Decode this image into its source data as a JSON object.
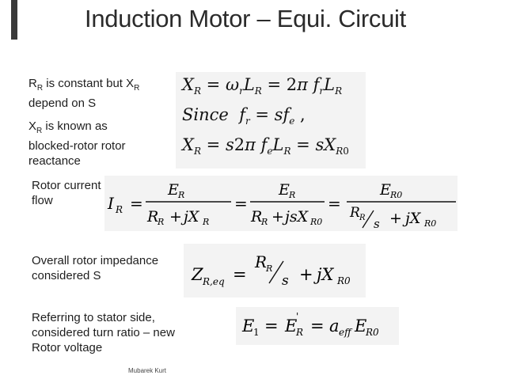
{
  "slide": {
    "title": "Induction Motor – Equi. Circuit",
    "footer": "Mubarek Kurt"
  },
  "notes": {
    "rr_constant": {
      "p1": "R",
      "s1": "R",
      "p2": " is constant but X",
      "s2": "R",
      "p3": "depend on S"
    },
    "xr_known": {
      "p1": "X",
      "s1": "R",
      "p2": " is known as",
      "p3": "blocked-rotor rotor",
      "p4": "reactance"
    },
    "rotor_current": {
      "line1": "Rotor current",
      "line2": "flow"
    },
    "overall_impedance": {
      "line1": "Overall rotor impedance",
      "line2": "considered S"
    },
    "referring": {
      "line1": "Referring to stator side,",
      "line2": "considered turn ratio – new",
      "line3": "Rotor voltage"
    }
  },
  "equations": {
    "eq1": "X_R = ω_r L_R = 2π f_r L_R",
    "eq2": "Since f_r = s f_e ,",
    "eq3": "X_R = s2π f_e L_R = s X_R0",
    "eq4": "I_R = E_R / (R_R + jX_R) = E_R / (R_R + jsX_R0) = E_R0 / (R_R/s + jX_R0)",
    "eq5": "Z_R,eq = R_R/s + jX_R0",
    "eq6": "E_1 = E'_R = a_eff E_R0"
  }
}
